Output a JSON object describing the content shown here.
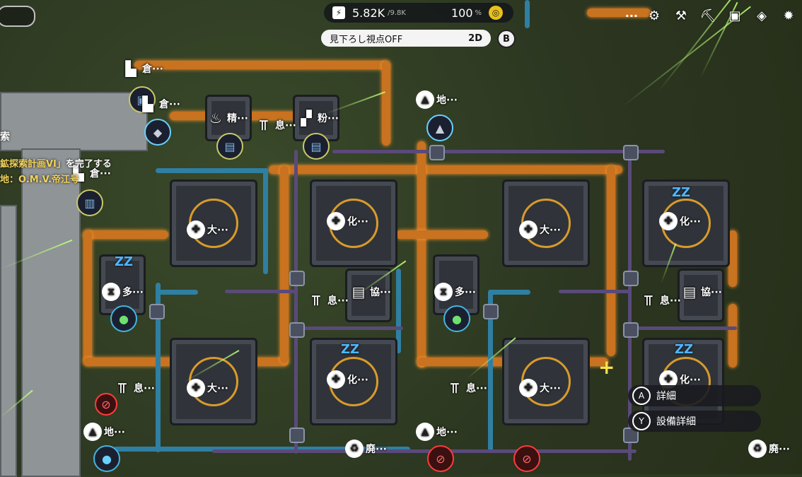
{
  "hud": {
    "power_value": "5.82K",
    "power_capacity": "/9.8K",
    "percent_value": "100",
    "percent_symbol": "%",
    "view_toggle_label": "見下ろし視点OFF",
    "view_mode": "2D",
    "b_button": "B",
    "more": "···",
    "top_right_icons": [
      "wrench-icon",
      "tools-icon",
      "pickaxe-icon",
      "crate-icon",
      "gem-icon",
      "gear-icon"
    ]
  },
  "quest": {
    "side_fragment": "索",
    "title_fragment": "鉱探索計画VI」",
    "suffix": "を完了する",
    "location": "地：O.M.V.帝江号"
  },
  "context_menu": [
    {
      "button": "A",
      "label": "詳細"
    },
    {
      "button": "Y",
      "label": "設備詳細"
    }
  ],
  "labels": {
    "storage": "倉···",
    "refiner": "精···",
    "rest": "息···",
    "crusher": "粉···",
    "land": "地···",
    "large": "大···",
    "chem": "化···",
    "multi": "多···",
    "coop": "協···",
    "scrap": "廃···"
  }
}
